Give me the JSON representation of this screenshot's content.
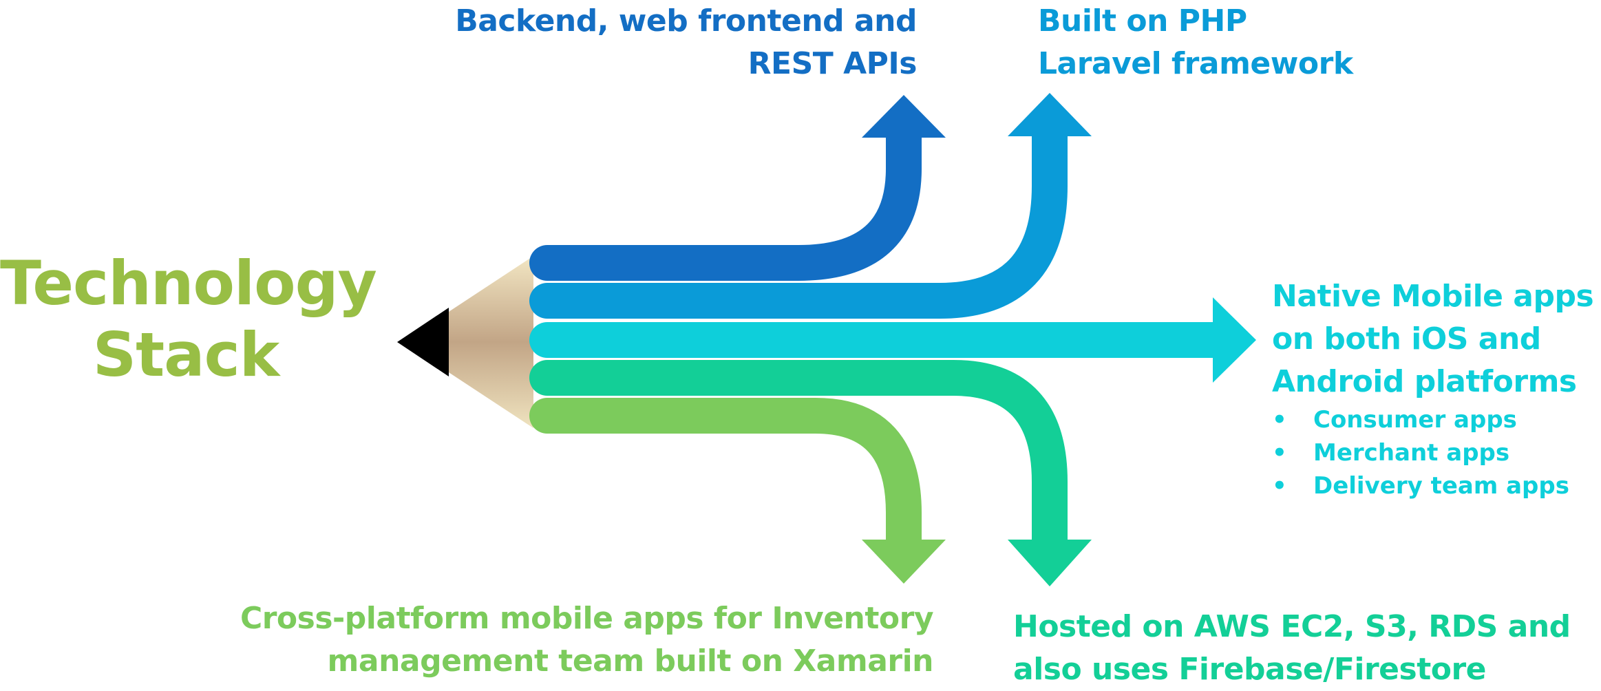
{
  "title": {
    "line1": "Technology",
    "line2": "Stack"
  },
  "branches": {
    "backend": {
      "lines": [
        "Backend, web frontend and",
        "REST APIs"
      ]
    },
    "php": {
      "lines": [
        "Built on PHP",
        "Laravel framework"
      ]
    },
    "native": {
      "lines": [
        "Native Mobile apps",
        "on both iOS and",
        "Android platforms"
      ],
      "bullets": [
        "Consumer apps",
        "Merchant apps",
        "Delivery team apps"
      ]
    },
    "aws": {
      "lines": [
        "Hosted on AWS EC2, S3, RDS and",
        "also uses Firebase/Firestore"
      ]
    },
    "xamarin": {
      "lines": [
        "Cross-platform mobile apps for Inventory",
        "management team built on Xamarin"
      ]
    }
  },
  "bullet_glyph": "•",
  "colors": {
    "title": "#98BE45",
    "backend": "#136EC4",
    "php": "#0A9BD8",
    "native": "#0ECFDA",
    "aws": "#13CF97",
    "xamarin": "#7CCB5C",
    "pencil_wood_light": "#EFE3BE",
    "pencil_wood_dark": "#C2A688",
    "pencil_lead": "#000000"
  }
}
